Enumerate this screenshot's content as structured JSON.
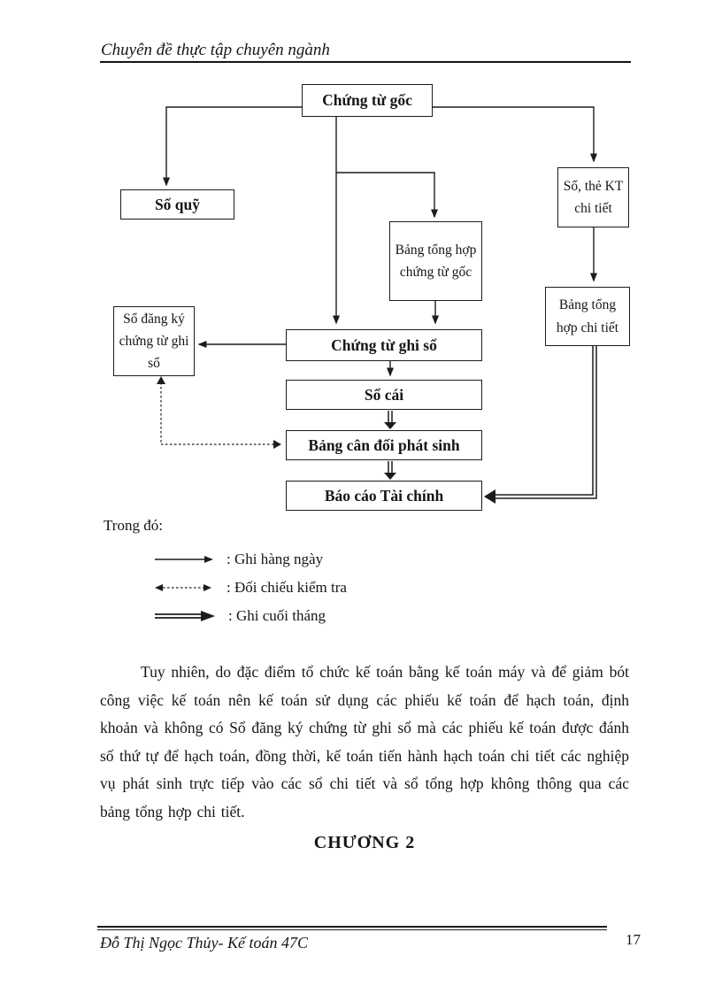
{
  "header": {
    "title": "Chuyên đề thực tập chuyên ngành"
  },
  "diagram": {
    "boxes": {
      "chung_tu_goc": "Chứng từ gốc",
      "so_quy": "Sổ quỹ",
      "bang_tong_hop_chung_tu_goc": "Bảng tổng hợp chứng từ gốc",
      "so_the_kt_chi_tiet": "Sổ, thẻ KT chi tiết",
      "bang_tong_hop_chi_tiet": "Bảng tổng hợp chi tiết",
      "so_dang_ky_chung_tu_ghi_so": "Sổ đăng ký chứng từ ghi sổ",
      "chung_tu_ghi_so": "Chứng từ ghi sổ",
      "so_cai": "Sổ cái",
      "bang_can_doi_phat_sinh": "Bảng cân đối phát sinh",
      "bao_cao_tai_chinh": "Báo cáo Tài chính"
    },
    "legend": {
      "title": "Trong đó:",
      "items": [
        {
          "symbol": "solid-arrow",
          "label": ": Ghi hàng ngày"
        },
        {
          "symbol": "dotted-double-arrow",
          "label": ": Đối chiếu kiểm tra"
        },
        {
          "symbol": "double-line-arrow",
          "label": ": Ghi cuối tháng"
        }
      ]
    }
  },
  "body": {
    "paragraph": "Tuy nhiên,  do đặc điểm tổ chức kế toán bằng kế toán máy và để giảm bót công việc kế toán nên kế toán sử dụng các phiếu kế toán để hạch toán, định khoản và không có Sổ đăng ký chứng từ ghi sổ mà các phiếu kế toán được đánh số thứ tự để hạch toán, đồng thời, kế toán tiến hành hạch toán chi tiết các nghiệp vụ phát sinh trực tiếp vào các sổ chi tiết và sổ tổng hợp không thông qua các bảng tổng hợp chi tiết.",
    "chapter_heading": "CHƯƠNG 2"
  },
  "footer": {
    "author": "Đỗ Thị Ngọc Thủy- Kế toán 47C",
    "page_number": "17"
  },
  "colors": {
    "ink": "#1c1c1c",
    "paper": "#ffffff"
  }
}
